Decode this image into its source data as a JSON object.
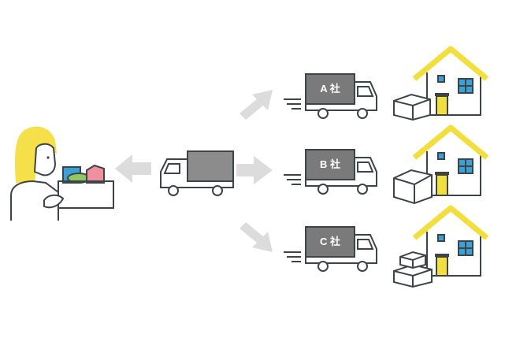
{
  "trucks": [
    {
      "label": "A 社"
    },
    {
      "label": "B 社"
    },
    {
      "label": "C 社"
    }
  ],
  "colors": {
    "outline": "#3d4448",
    "truck_box": "#7a7a7a",
    "center_truck_box": "#8c8c8c",
    "arrow": "#dcdcdc",
    "hair": "#f5e04a",
    "roof": "#f2de3c",
    "door": "#f2de3c",
    "window": "#3aa0d8",
    "goods_teal": "#3aa0d8",
    "goods_green": "#8fc860",
    "goods_pink": "#ef8fa0"
  }
}
